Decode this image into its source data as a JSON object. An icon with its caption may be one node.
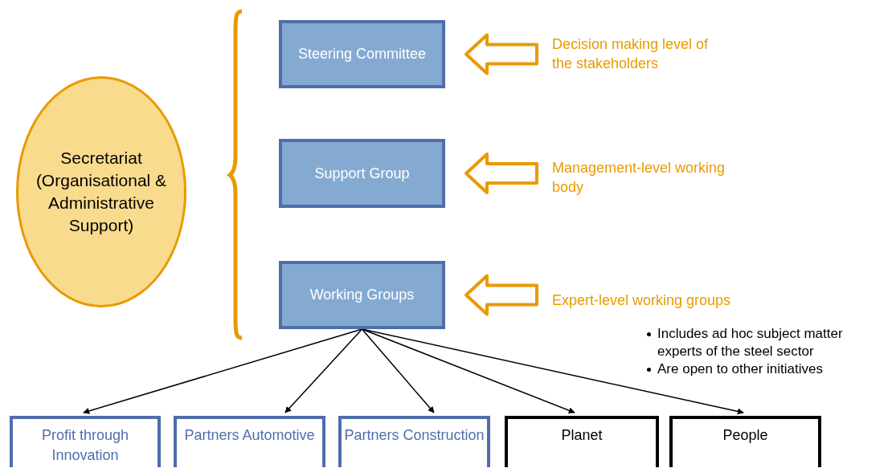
{
  "diagram": {
    "nodes": [
      {
        "text": [
          "Secretariat (Organisational & Administrative Support)"
        ]
      },
      {
        "text": [
          "Steering Committee"
        ]
      },
      {
        "text": [
          "Support Group"
        ]
      },
      {
        "text": [
          "Working Groups"
        ]
      },
      {
        "text": [
          "Decision making level of the stakeholders"
        ]
      },
      {
        "text": [
          "Management-level working body"
        ]
      },
      {
        "text": [
          "Expert-level working groups"
        ]
      },
      {
        "text": [
          "Profit through Innovation"
        ]
      },
      {
        "text": [
          "Partners Automotive"
        ]
      },
      {
        "text": [
          "Partners Construction"
        ]
      },
      {
        "text": [
          "Planet"
        ]
      },
      {
        "text": [
          "People"
        ]
      }
    ],
    "edges": [
      {
        "from": 4,
        "to": 1,
        "arrow": "to",
        "style": "thick",
        "color": "#e99a00"
      },
      {
        "from": 5,
        "to": 2,
        "arrow": "to",
        "style": "thick",
        "color": "#e99a00"
      },
      {
        "from": 6,
        "to": 3,
        "arrow": "to",
        "style": "thick",
        "color": "#e99a00"
      },
      {
        "from": 3,
        "to": 7,
        "arrow": "to"
      },
      {
        "from": 3,
        "to": 8,
        "arrow": "to"
      },
      {
        "from": 3,
        "to": 9,
        "arrow": "to"
      },
      {
        "from": 3,
        "to": 10,
        "arrow": "to"
      },
      {
        "from": 3,
        "to": 11,
        "arrow": "to"
      }
    ],
    "labels": [
      "Includes ad hoc subject matter experts of the steel sector",
      "Are open to other initiatives"
    ]
  }
}
